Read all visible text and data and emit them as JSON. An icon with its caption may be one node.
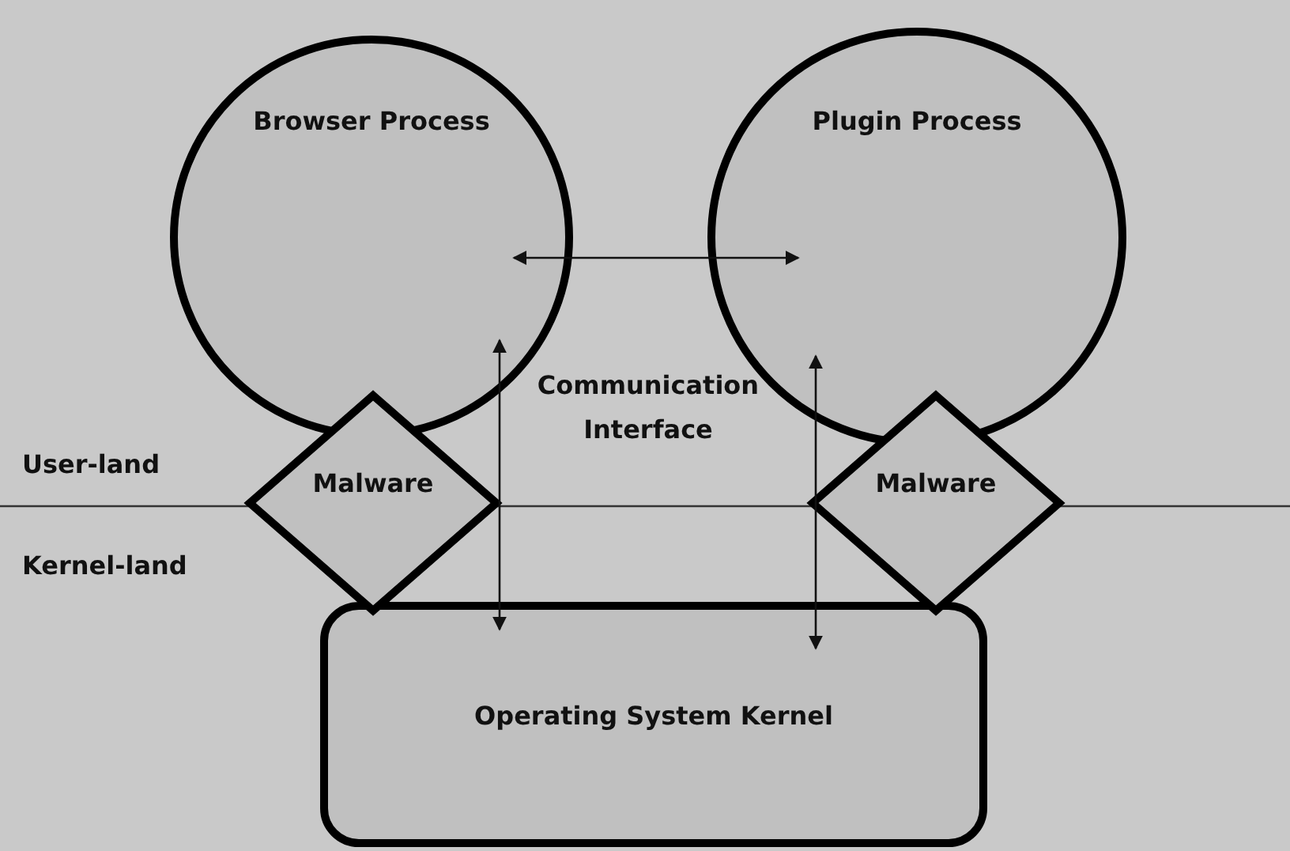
{
  "diagram": {
    "nodes": [
      {
        "text": [
          "Browser Process"
        ]
      },
      {
        "text": [
          "Plugin Process"
        ]
      },
      {
        "text": [
          "Malware"
        ]
      },
      {
        "text": [
          "Malware"
        ]
      },
      {
        "text": [
          "Operating System Kernel"
        ]
      }
    ],
    "edges": [
      {
        "from": 0,
        "to": 1,
        "arrow": "both"
      },
      {
        "from": 0,
        "to": 4,
        "arrow": "both"
      },
      {
        "from": 1,
        "to": 4,
        "arrow": "both"
      }
    ],
    "labels": [
      "User-land",
      "Kernel-land",
      "Communication Interface"
    ]
  }
}
